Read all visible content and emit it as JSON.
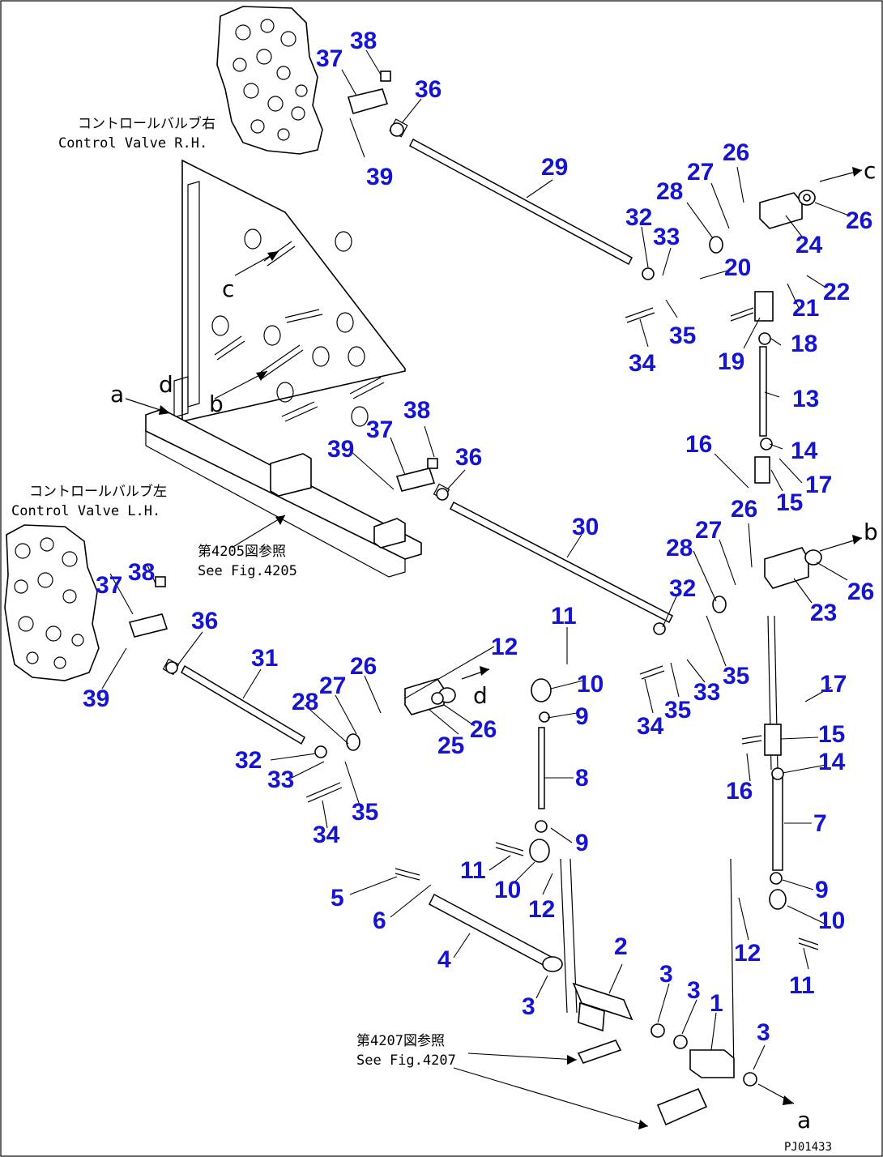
{
  "notes": {
    "valve_rh_jp": "コントロールバルブ右",
    "valve_rh_en": "Control Valve R.H.",
    "valve_lh_jp": "コントロールバルブ左",
    "valve_lh_en": "Control Valve L.H.",
    "see4205_jp": "第4205図参照",
    "see4205_en": "See Fig.4205",
    "see4207_jp": "第4207図参照",
    "see4207_en": "See Fig.4207"
  },
  "letters": {
    "a1": "a",
    "a2": "a",
    "b1": "b",
    "b2": "b",
    "c1": "c",
    "c2": "c",
    "d1": "d",
    "d2": "d"
  },
  "drawing_code": "PJ01433",
  "callouts": [
    {
      "id": "c-38-a",
      "label": "38"
    },
    {
      "id": "c-37-a",
      "label": "37"
    },
    {
      "id": "c-36-a",
      "label": "36"
    },
    {
      "id": "c-39-a",
      "label": "39"
    },
    {
      "id": "c-29",
      "label": "29"
    },
    {
      "id": "c-26-a",
      "label": "26"
    },
    {
      "id": "c-27-a",
      "label": "27"
    },
    {
      "id": "c-28-a",
      "label": "28"
    },
    {
      "id": "c-26-b",
      "label": "26"
    },
    {
      "id": "c-32-a",
      "label": "32"
    },
    {
      "id": "c-33-a",
      "label": "33"
    },
    {
      "id": "c-24",
      "label": "24"
    },
    {
      "id": "c-20",
      "label": "20"
    },
    {
      "id": "c-22",
      "label": "22"
    },
    {
      "id": "c-21",
      "label": "21"
    },
    {
      "id": "c-35-a",
      "label": "35"
    },
    {
      "id": "c-34-a",
      "label": "34"
    },
    {
      "id": "c-19",
      "label": "19"
    },
    {
      "id": "c-18",
      "label": "18"
    },
    {
      "id": "c-13",
      "label": "13"
    },
    {
      "id": "c-14-a",
      "label": "14"
    },
    {
      "id": "c-16-a",
      "label": "16"
    },
    {
      "id": "c-17-a",
      "label": "17"
    },
    {
      "id": "c-15-a",
      "label": "15"
    },
    {
      "id": "c-38-b",
      "label": "38"
    },
    {
      "id": "c-37-b",
      "label": "37"
    },
    {
      "id": "c-39-b",
      "label": "39"
    },
    {
      "id": "c-36-b",
      "label": "36"
    },
    {
      "id": "c-30",
      "label": "30"
    },
    {
      "id": "c-26-c",
      "label": "26"
    },
    {
      "id": "c-27-b",
      "label": "27"
    },
    {
      "id": "c-28-b",
      "label": "28"
    },
    {
      "id": "c-26-d",
      "label": "26"
    },
    {
      "id": "c-32-b",
      "label": "32"
    },
    {
      "id": "c-23",
      "label": "23"
    },
    {
      "id": "c-35-b",
      "label": "35"
    },
    {
      "id": "c-33-b",
      "label": "33"
    },
    {
      "id": "c-34-b",
      "label": "34"
    },
    {
      "id": "c-35-c",
      "label": "35"
    },
    {
      "id": "c-38-c",
      "label": "38"
    },
    {
      "id": "c-37-c",
      "label": "37"
    },
    {
      "id": "c-36-c",
      "label": "36"
    },
    {
      "id": "c-39-c",
      "label": "39"
    },
    {
      "id": "c-31",
      "label": "31"
    },
    {
      "id": "c-12-a",
      "label": "12"
    },
    {
      "id": "c-11-a",
      "label": "11"
    },
    {
      "id": "c-10-a",
      "label": "10"
    },
    {
      "id": "c-9-a",
      "label": "9"
    },
    {
      "id": "c-26-e",
      "label": "26"
    },
    {
      "id": "c-27-c",
      "label": "27"
    },
    {
      "id": "c-28-c",
      "label": "28"
    },
    {
      "id": "c-26-f",
      "label": "26"
    },
    {
      "id": "c-25",
      "label": "25"
    },
    {
      "id": "c-32-c",
      "label": "32"
    },
    {
      "id": "c-33-c",
      "label": "33"
    },
    {
      "id": "c-35-d",
      "label": "35"
    },
    {
      "id": "c-34-c",
      "label": "34"
    },
    {
      "id": "c-8",
      "label": "8"
    },
    {
      "id": "c-17-b",
      "label": "17"
    },
    {
      "id": "c-15-b",
      "label": "15"
    },
    {
      "id": "c-14-b",
      "label": "14"
    },
    {
      "id": "c-16-b",
      "label": "16"
    },
    {
      "id": "c-7",
      "label": "7"
    },
    {
      "id": "c-9-b",
      "label": "9"
    },
    {
      "id": "c-11-b",
      "label": "11"
    },
    {
      "id": "c-10-b",
      "label": "10"
    },
    {
      "id": "c-12-b",
      "label": "12"
    },
    {
      "id": "c-9-c",
      "label": "9"
    },
    {
      "id": "c-10-c",
      "label": "10"
    },
    {
      "id": "c-5",
      "label": "5"
    },
    {
      "id": "c-6",
      "label": "6"
    },
    {
      "id": "c-4",
      "label": "4"
    },
    {
      "id": "c-2",
      "label": "2"
    },
    {
      "id": "c-3-a",
      "label": "3"
    },
    {
      "id": "c-3-b",
      "label": "3"
    },
    {
      "id": "c-3-c",
      "label": "3"
    },
    {
      "id": "c-1",
      "label": "1"
    },
    {
      "id": "c-3-d",
      "label": "3"
    },
    {
      "id": "c-12-c",
      "label": "12"
    },
    {
      "id": "c-11-c",
      "label": "11"
    }
  ]
}
